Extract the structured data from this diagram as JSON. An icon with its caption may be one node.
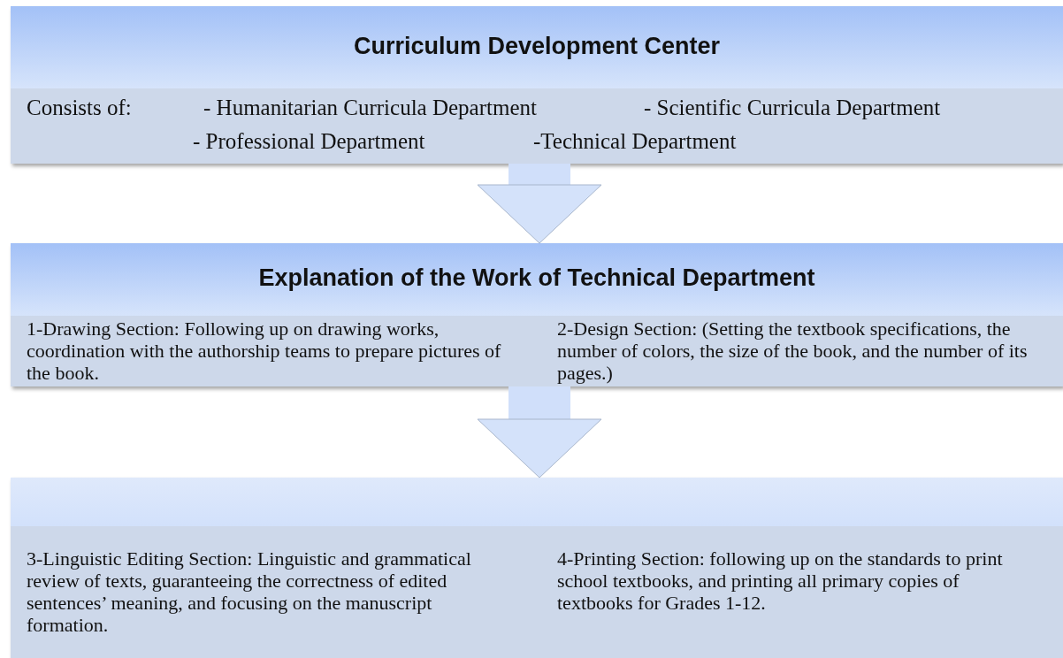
{
  "diagram": {
    "nodes": [
      {
        "text": [
          "Curriculum Development Center",
          "Consists of:",
          "- Humanitarian Curricula Department",
          "- Scientific Curricula Department",
          "- Professional Department",
          "-Technical Department"
        ]
      },
      {
        "text": [
          "Explanation of the Work of Technical Department"
        ]
      },
      {
        "text": [
          "1-Drawing Section: Following up on drawing works, coordination with the authorship teams to prepare pictures of the book."
        ],
        "in": 1
      },
      {
        "text": [
          "2-Design Section: (Setting the textbook specifications, the number of colors, the size of the book, and the number of its pages.)"
        ],
        "in": 1
      },
      {
        "text": [],
        "shape": "box"
      },
      {
        "text": [
          "3-Linguistic Editing Section: Linguistic and grammatical review of texts, guaranteeing the correctness of edited sentences’ meaning, and focusing on the manuscript formation."
        ],
        "in": 4
      },
      {
        "text": [
          "4-Printing Section: following up on the standards to print school textbooks, and printing all primary copies of textbooks for Grades 1-12."
        ],
        "in": 4
      }
    ],
    "edges": [
      {
        "from": 0,
        "to": 1,
        "arrow": "to"
      },
      {
        "from": 1,
        "to": 4,
        "arrow": "to"
      }
    ]
  }
}
